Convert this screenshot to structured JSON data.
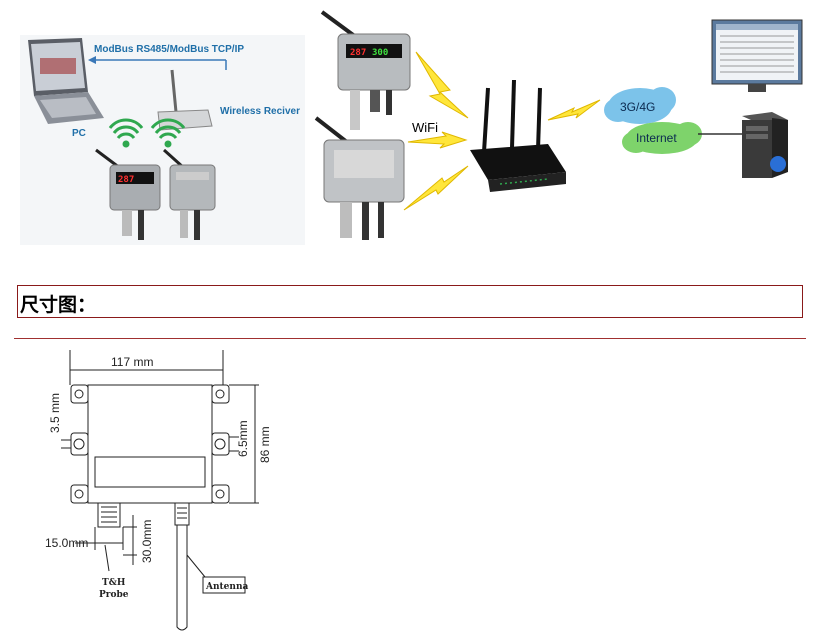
{
  "system_diagram": {
    "label_modbus": "ModBus RS485/ModBus TCP/IP",
    "label_pc": "PC",
    "label_receiver": "Wireless Reciver",
    "label_wifi": "WiFi",
    "label_3g4g": "3G/4G",
    "label_internet": "Internet",
    "display_reading_1": "287",
    "display_reading_2": "300"
  },
  "section": {
    "title": "尺寸图："
  },
  "dimension_drawing": {
    "width": "117 mm",
    "hole_offset": "3.5 mm",
    "edge_offset": "6.5mm",
    "height": "86 mm",
    "probe_offset": "15.0mm",
    "probe_length": "30.0mm",
    "probe_label_1": "T&H",
    "probe_label_2": "Probe",
    "antenna_label": "Antenna"
  }
}
